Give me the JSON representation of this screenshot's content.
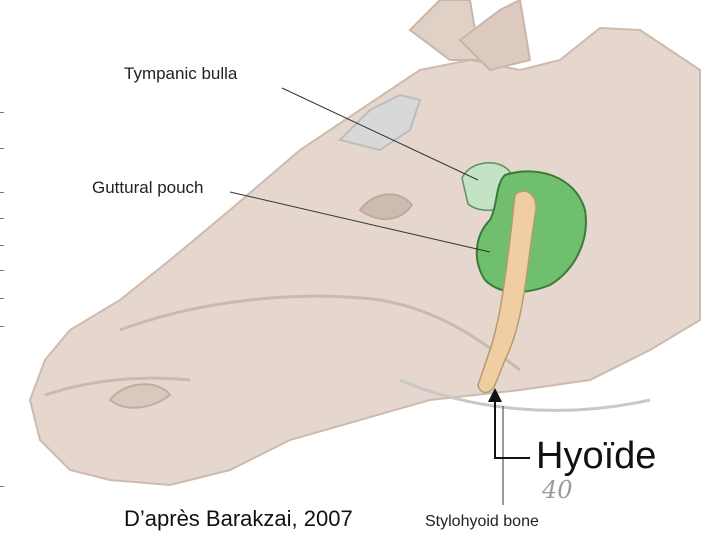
{
  "labels": {
    "tympanic_bulla": "Tympanic bulla",
    "guttural_pouch": "Guttural pouch",
    "stylohyoid_bone": "Stylohyoid bone",
    "hyoide": "Hyoïde",
    "page_number": "40",
    "source": "D’après Barakzai, 2007"
  },
  "colors": {
    "head_skin": "#e3d5cc",
    "head_outline": "#c8b6aa",
    "guttural_pouch": "#6cbf6c",
    "tympanic_bulla": "#bfe0bf",
    "hyoid_bone": "#efcfa2",
    "mane": "#d6d6d6"
  },
  "icons": [
    "arrow-up-icon"
  ]
}
